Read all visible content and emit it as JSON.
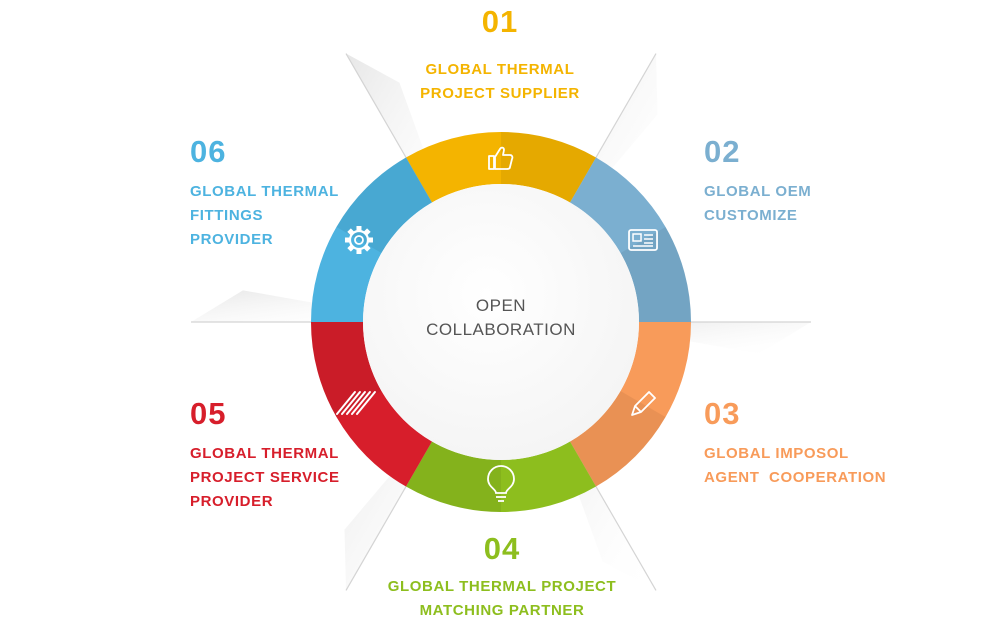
{
  "center": {
    "line1": "OPEN",
    "line2": "COLLABORATION"
  },
  "items": [
    {
      "num": "01",
      "lines": [
        "GLOBAL THERMAL",
        "PROJECT SUPPLIER"
      ],
      "color": "#F4B400",
      "icon": "thumbs-up-icon"
    },
    {
      "num": "02",
      "lines": [
        "GLOBAL OEM",
        "CUSTOMIZE"
      ],
      "color": "#7BAFD0",
      "icon": "document-icon"
    },
    {
      "num": "03",
      "lines": [
        "GLOBAL IMPOSOL",
        "AGENT  COOPERATION"
      ],
      "color": "#F89B5A",
      "icon": "pencil-icon"
    },
    {
      "num": "04",
      "lines": [
        "GLOBAL THERMAL PROJECT",
        "MATCHING PARTNER"
      ],
      "color": "#8DBE1E",
      "icon": "lightbulb-icon"
    },
    {
      "num": "05",
      "lines": [
        "GLOBAL THERMAL",
        "PROJECT SERVICE",
        "PROVIDER"
      ],
      "color": "#D71E2B",
      "icon": "heating-coil-icon"
    },
    {
      "num": "06",
      "lines": [
        "GLOBAL THERMAL",
        "FITTINGS",
        "PROVIDER"
      ],
      "color": "#4DB3E0",
      "icon": "gear-icon"
    }
  ]
}
